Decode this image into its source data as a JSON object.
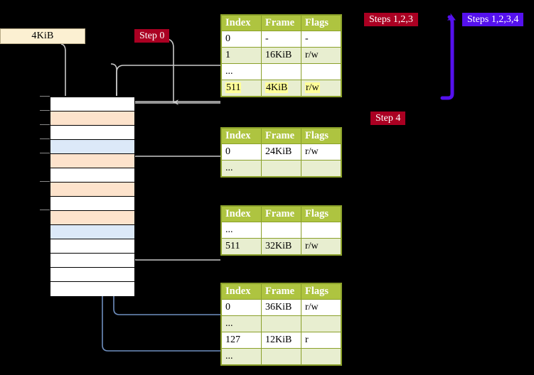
{
  "page": {
    "title": "Multi-level page table walk diagram",
    "background": "#000000"
  },
  "size_box": {
    "label": "4KiB"
  },
  "badges": [
    {
      "id": "step0",
      "label": "Step 0",
      "color": "#aa0022"
    },
    {
      "id": "step123",
      "label": "Steps 1,2,3",
      "color": "#aa0022"
    },
    {
      "id": "step1234",
      "label": "Steps 1,2,3,4",
      "color": "#5511ee"
    },
    {
      "id": "step4",
      "label": "Step 4",
      "color": "#aa0022"
    }
  ],
  "memory": {
    "name": "physical-memory-column",
    "rows": [
      {
        "fill": "white"
      },
      {
        "fill": "peach"
      },
      {
        "fill": "white"
      },
      {
        "fill": "blue"
      },
      {
        "fill": "peach"
      },
      {
        "fill": "white"
      },
      {
        "fill": "peach"
      },
      {
        "fill": "white"
      },
      {
        "fill": "peach"
      },
      {
        "fill": "blue"
      },
      {
        "fill": "white"
      },
      {
        "fill": "white"
      },
      {
        "fill": "white"
      },
      {
        "fill": "white"
      }
    ],
    "colors": {
      "white": "#ffffff",
      "peach": "#fde3cc",
      "blue": "#dce9f8"
    }
  },
  "tables": [
    {
      "id": "ptable-0",
      "name": "page-table-level-0",
      "headers": [
        "Index",
        "Frame",
        "Flags"
      ],
      "rows": [
        {
          "cells": [
            "0",
            "-",
            "-"
          ],
          "alt": false,
          "highlight": false
        },
        {
          "cells": [
            "1",
            "16KiB",
            "r/w"
          ],
          "alt": true,
          "highlight": false
        },
        {
          "cells": [
            "...",
            "",
            ""
          ],
          "alt": false,
          "highlight": false
        },
        {
          "cells": [
            "511",
            "4KiB",
            "r/w"
          ],
          "alt": true,
          "highlight": true
        }
      ]
    },
    {
      "id": "ptable-1",
      "name": "page-table-level-1",
      "headers": [
        "Index",
        "Frame",
        "Flags"
      ],
      "rows": [
        {
          "cells": [
            "0",
            "24KiB",
            "r/w"
          ],
          "alt": false,
          "highlight": false
        },
        {
          "cells": [
            "...",
            "",
            ""
          ],
          "alt": true,
          "highlight": false
        }
      ]
    },
    {
      "id": "ptable-2",
      "name": "page-table-level-2",
      "headers": [
        "Index",
        "Frame",
        "Flags"
      ],
      "rows": [
        {
          "cells": [
            "...",
            "",
            ""
          ],
          "alt": false,
          "highlight": false
        },
        {
          "cells": [
            "511",
            "32KiB",
            "r/w"
          ],
          "alt": true,
          "highlight": false
        }
      ]
    },
    {
      "id": "ptable-3",
      "name": "page-table-level-3",
      "headers": [
        "Index",
        "Frame",
        "Flags"
      ],
      "rows": [
        {
          "cells": [
            "0",
            "36KiB",
            "r/w"
          ],
          "alt": false,
          "highlight": false
        },
        {
          "cells": [
            "...",
            "",
            ""
          ],
          "alt": true,
          "highlight": false
        },
        {
          "cells": [
            "127",
            "12KiB",
            "r"
          ],
          "alt": false,
          "highlight": false
        },
        {
          "cells": [
            "...",
            "",
            ""
          ],
          "alt": true,
          "highlight": false
        }
      ]
    }
  ],
  "colors": {
    "table_header": "#aec440",
    "table_alt_row": "#e8eed0",
    "table_border": "#8aa02a",
    "highlight": "#ffff99",
    "grey_wire": "#c9c9c9",
    "blue_wire": "#6f8fbf",
    "badge_crimson": "#aa0022",
    "badge_blue": "#5511ee"
  }
}
